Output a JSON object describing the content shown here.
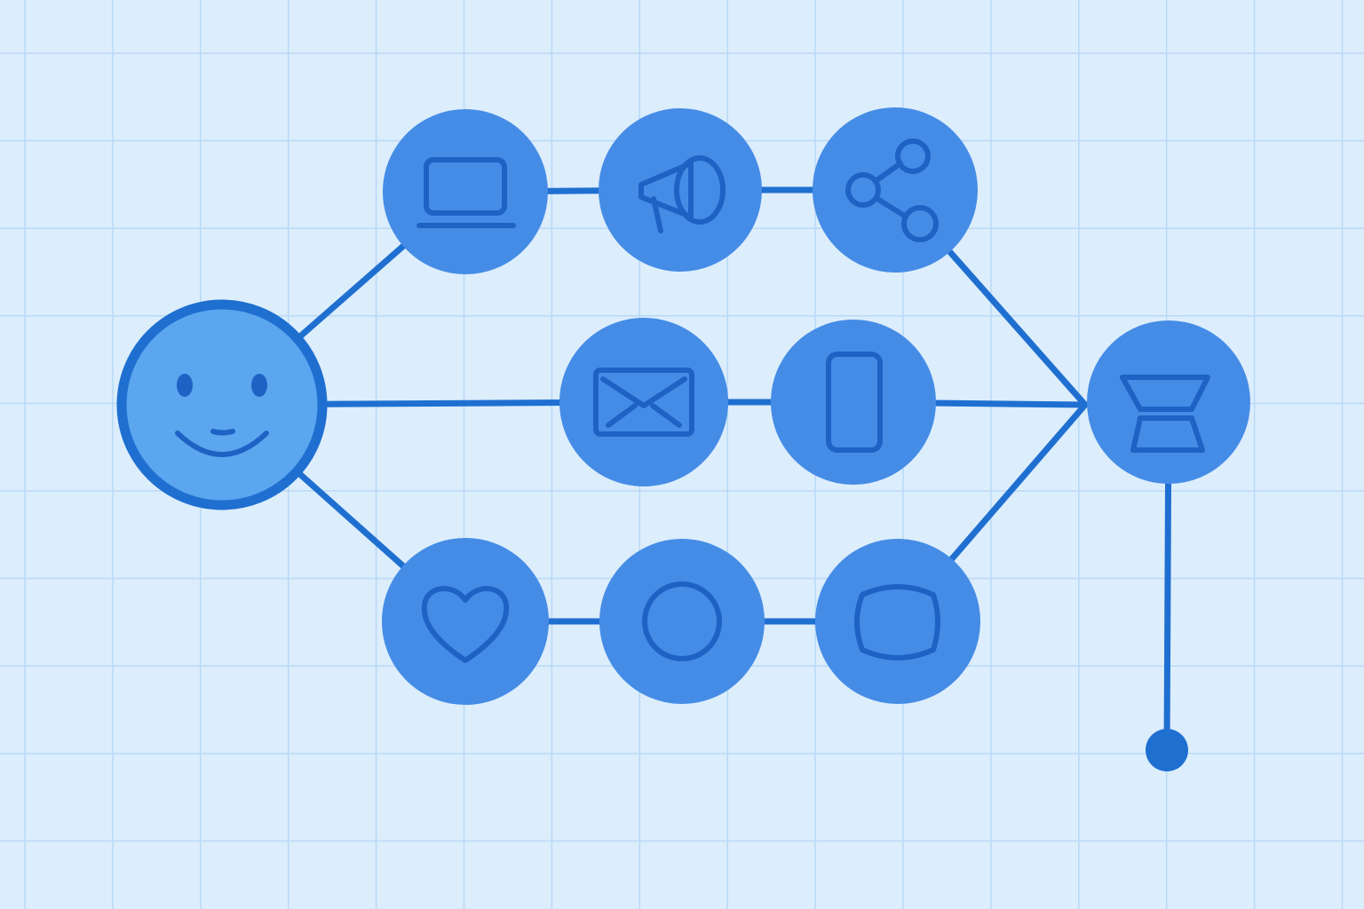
{
  "colors": {
    "background": "#dcedfc",
    "grid": "#b9d9f6",
    "edge": "#1f6fd1",
    "node_fill": "#458ce6",
    "hub_fill": "#5ba6ef",
    "hub_stroke": "#1e6fd0",
    "icon_stroke": "#1e62c4"
  },
  "nodes": [
    {
      "id": "user",
      "icon": "smiley-face-icon"
    },
    {
      "id": "laptop",
      "icon": "laptop-icon"
    },
    {
      "id": "megaphone",
      "icon": "megaphone-icon"
    },
    {
      "id": "share",
      "icon": "share-icon"
    },
    {
      "id": "mail",
      "icon": "envelope-icon"
    },
    {
      "id": "phone",
      "icon": "mobile-phone-icon"
    },
    {
      "id": "heart",
      "icon": "heart-icon"
    },
    {
      "id": "circle",
      "icon": "circle-icon"
    },
    {
      "id": "rounded",
      "icon": "rounded-square-icon"
    },
    {
      "id": "funnel",
      "icon": "funnel-icon"
    },
    {
      "id": "end",
      "icon": "endpoint-dot"
    }
  ],
  "edges": [
    [
      "user",
      "laptop"
    ],
    [
      "user",
      "mail"
    ],
    [
      "user",
      "heart"
    ],
    [
      "laptop",
      "megaphone"
    ],
    [
      "megaphone",
      "share"
    ],
    [
      "mail",
      "phone"
    ],
    [
      "heart",
      "circle"
    ],
    [
      "circle",
      "rounded"
    ],
    [
      "share",
      "funnel"
    ],
    [
      "phone",
      "funnel"
    ],
    [
      "rounded",
      "funnel"
    ],
    [
      "funnel",
      "end"
    ]
  ]
}
